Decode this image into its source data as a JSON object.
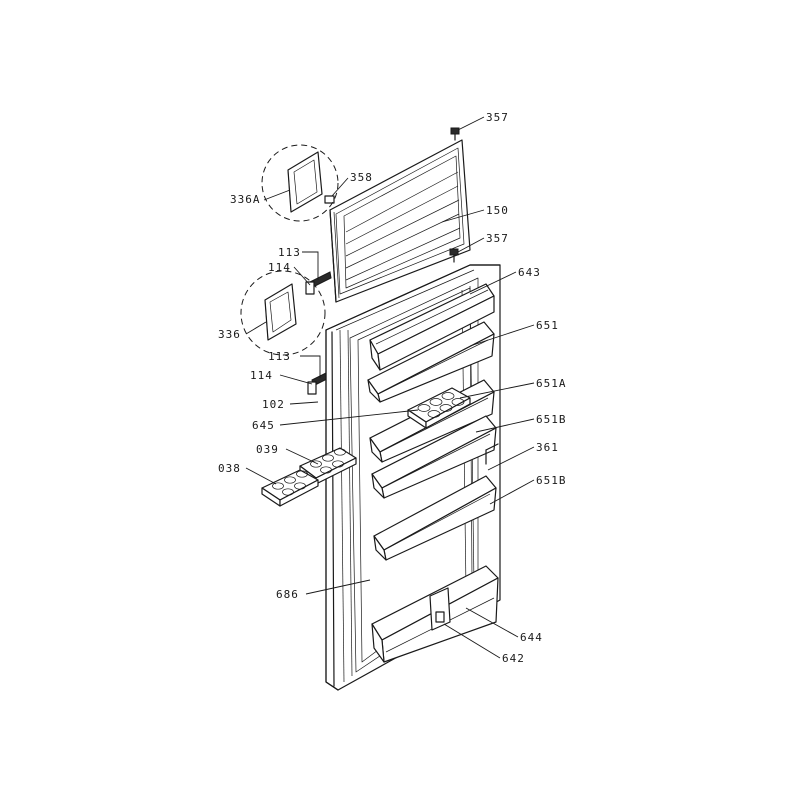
{
  "callouts": [
    {
      "id": "c357a",
      "text": "357"
    },
    {
      "id": "c358",
      "text": "358"
    },
    {
      "id": "c336A",
      "text": "336A"
    },
    {
      "id": "c150",
      "text": "150"
    },
    {
      "id": "c357b",
      "text": "357"
    },
    {
      "id": "c113a",
      "text": "113"
    },
    {
      "id": "c114a",
      "text": "114"
    },
    {
      "id": "c643",
      "text": "643"
    },
    {
      "id": "c336",
      "text": "336"
    },
    {
      "id": "c651",
      "text": "651"
    },
    {
      "id": "c113b",
      "text": "113"
    },
    {
      "id": "c114b",
      "text": "114"
    },
    {
      "id": "c651A",
      "text": "651A"
    },
    {
      "id": "c102",
      "text": "102"
    },
    {
      "id": "c645",
      "text": "645"
    },
    {
      "id": "c651Ba",
      "text": "651B"
    },
    {
      "id": "c039",
      "text": "039"
    },
    {
      "id": "c361",
      "text": "361"
    },
    {
      "id": "c038",
      "text": "038"
    },
    {
      "id": "c651Bb",
      "text": "651B"
    },
    {
      "id": "c686",
      "text": "686"
    },
    {
      "id": "c644",
      "text": "644"
    },
    {
      "id": "c642",
      "text": "642"
    }
  ]
}
